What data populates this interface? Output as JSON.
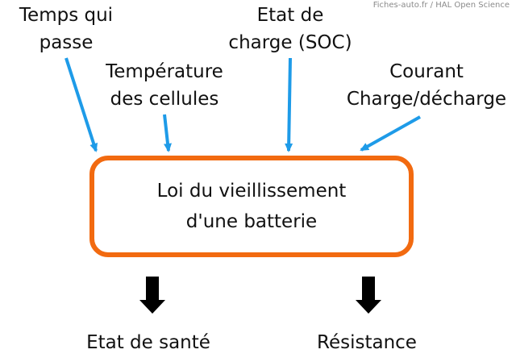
{
  "credit": "Fiches-auto.fr / HAL Open Science",
  "inputs": {
    "time": {
      "line1": "Temps qui",
      "line2": "passe"
    },
    "temperature": {
      "line1": "Température",
      "line2": "des cellules"
    },
    "soc": {
      "line1": "Etat de",
      "line2": "charge (SOC)"
    },
    "current": {
      "line1": "Courant",
      "line2": "Charge/décharge"
    }
  },
  "model": {
    "line1": "Loi du vieillissement",
    "line2": "d'une batterie"
  },
  "outputs": {
    "health": "Etat de santé",
    "resistance": "Résistance"
  },
  "colors": {
    "box_border": "#f26a10",
    "input_arrow": "#1e9be8",
    "output_arrow": "#000000",
    "text": "#111111"
  }
}
